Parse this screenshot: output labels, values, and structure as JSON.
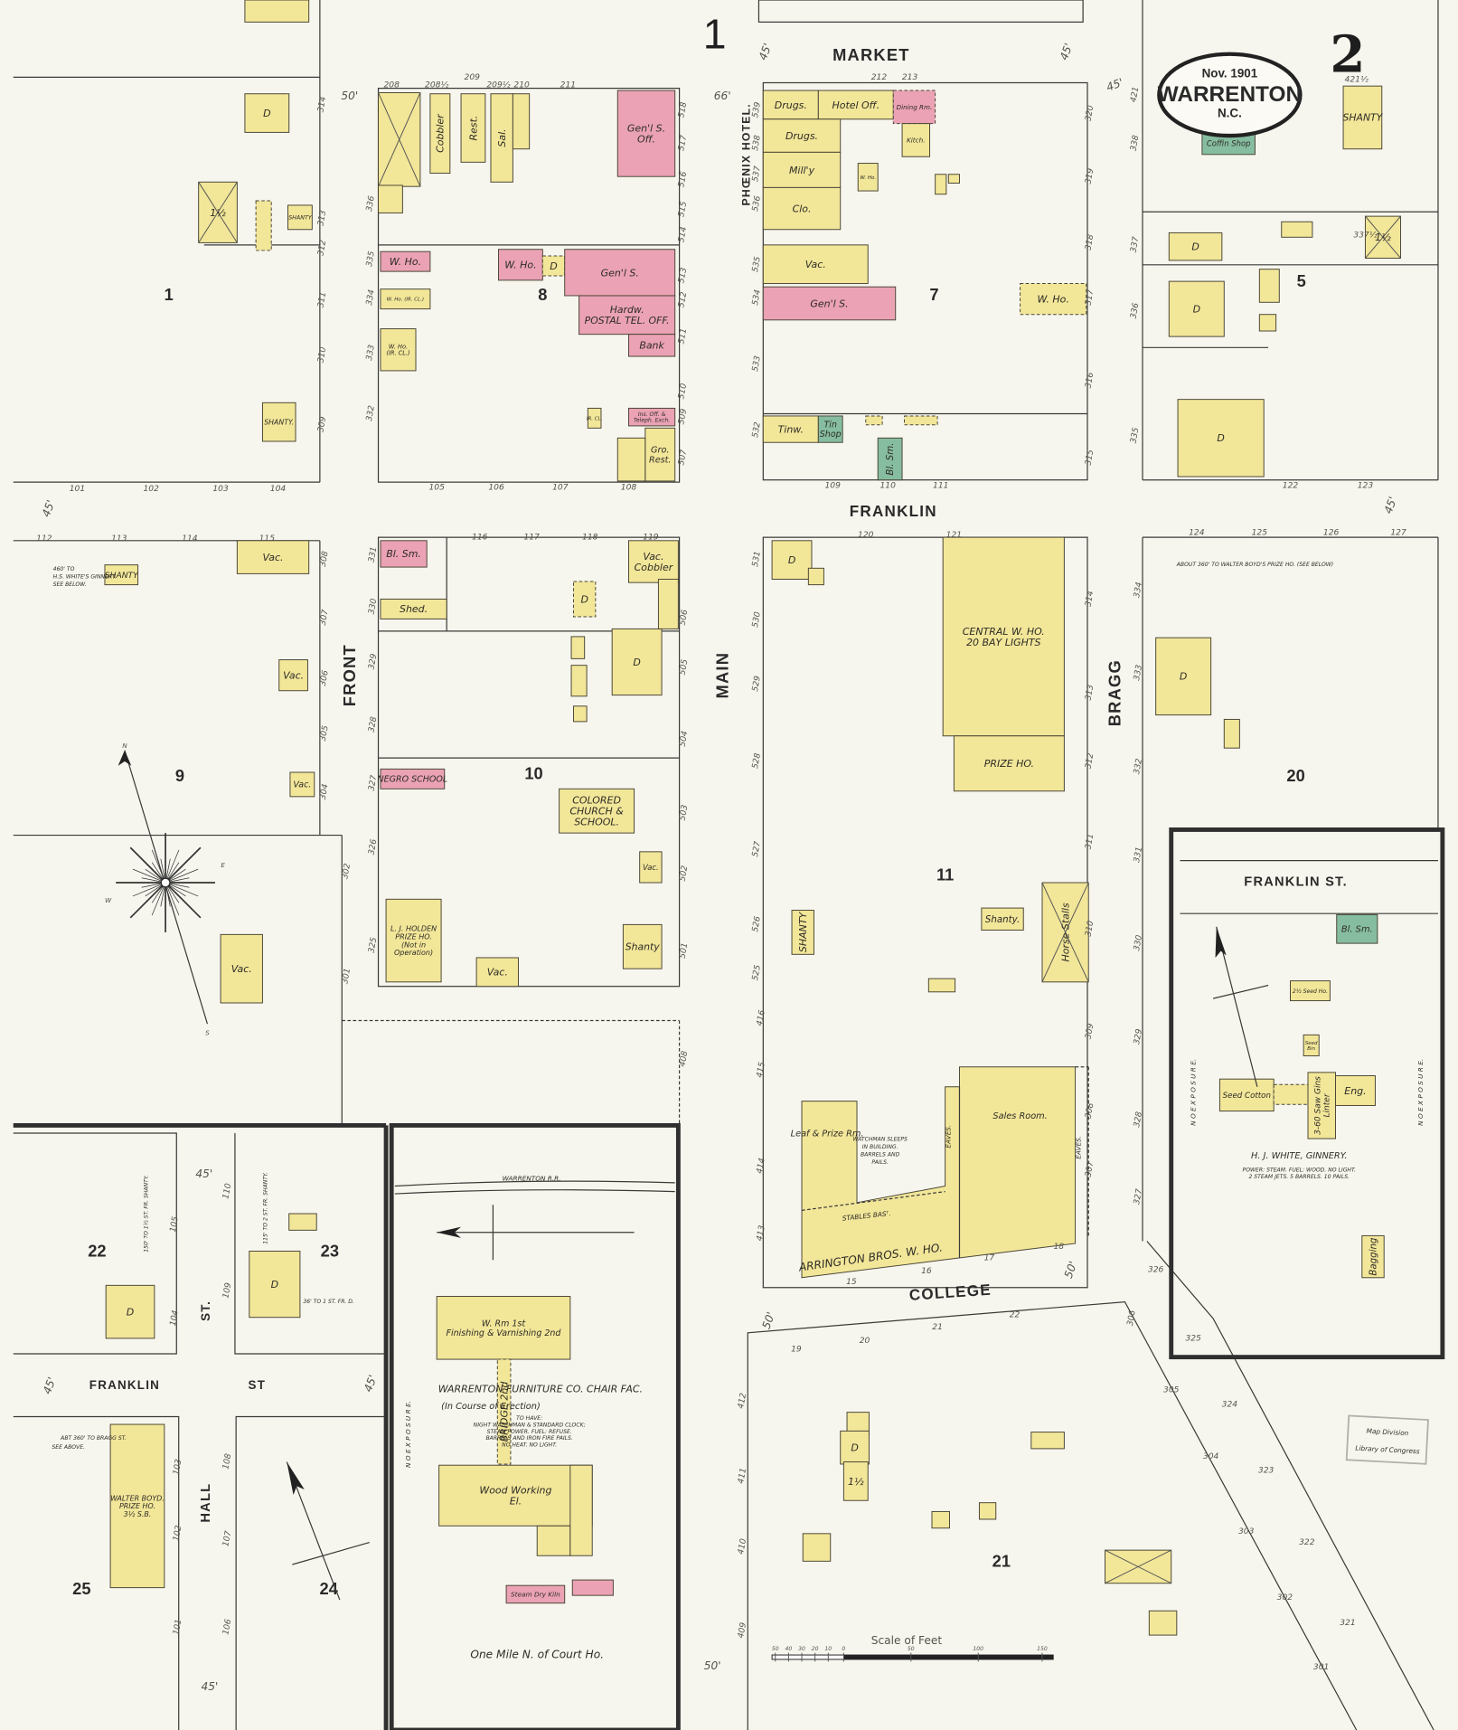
{
  "sheet": {
    "number": "2",
    "adjoining_sheet": "1"
  },
  "cartouche": {
    "date": "Nov. 1901",
    "town": "WARRENTON",
    "state": "N.C."
  },
  "colors": {
    "frame": "#f2e699",
    "brick": "#eaa2b4",
    "stone": "#86bda0",
    "iron_clad_border": "#7a7a7a",
    "paper": "#f7f6ee"
  },
  "streets": {
    "market": "MARKET",
    "franklin": "FRANKLIN",
    "college": "COLLEGE",
    "front": "FRONT",
    "main": "MAIN",
    "bragg": "BRAGG",
    "franklin_st_inset": "FRANKLIN ST.",
    "franklin_lower": "FRANKLIN",
    "st_lower": "ST",
    "hall": "HALL",
    "st_hall": "ST.",
    "phoenix_hotel": "PHŒNIX HOTEL.",
    "railroad": "WARRENTON R.R."
  },
  "blocks": [
    "1",
    "8",
    "7",
    "5",
    "9",
    "10",
    "11",
    "20",
    "22",
    "23",
    "25",
    "24",
    "21"
  ],
  "street_widths": [
    "45'",
    "45'",
    "45'",
    "45'",
    "45'",
    "45'",
    "45'",
    "45'",
    "45'",
    "50'",
    "50'",
    "50'",
    "50'",
    "66'"
  ],
  "buildings": [
    {
      "label": [
        ""
      ],
      "color": "frame"
    },
    {
      "label": [
        "D"
      ],
      "color": "frame"
    },
    {
      "label": [
        "1½"
      ],
      "color": "frame"
    },
    {
      "label": [
        ""
      ],
      "color": "frame"
    },
    {
      "label": [
        "SHANTY"
      ],
      "color": "frame"
    },
    {
      "label": [
        "SHANTY."
      ],
      "color": "frame"
    },
    {
      "label": [
        ""
      ],
      "color": "frame"
    },
    {
      "label": [
        ""
      ],
      "color": "frame"
    },
    {
      "label": [
        "Cobbler"
      ],
      "color": "frame"
    },
    {
      "label": [
        "Rest."
      ],
      "color": "frame"
    },
    {
      "label": [
        "Sal."
      ],
      "color": "frame"
    },
    {
      "label": [
        ""
      ],
      "color": "frame"
    },
    {
      "label": [
        "Gen'l S.",
        "Off."
      ],
      "color": "brick"
    },
    {
      "label": [
        "W. Ho."
      ],
      "color": "brick"
    },
    {
      "label": [
        "W. Ho. (IR. CL.)"
      ],
      "color": "iron-clad"
    },
    {
      "label": [
        "W. Ho.",
        "(IR. CL.)"
      ],
      "color": "iron-clad"
    },
    {
      "label": [
        "W. Ho."
      ],
      "color": "brick"
    },
    {
      "label": [
        "D"
      ],
      "color": "frame"
    },
    {
      "label": [
        "Gen'l S."
      ],
      "color": "brick"
    },
    {
      "label": [
        "Hardw.",
        "POSTAL TEL. OFF."
      ],
      "color": "brick"
    },
    {
      "label": [
        "Bank"
      ],
      "color": "brick"
    },
    {
      "label": [
        "IR. CL."
      ],
      "color": "frame"
    },
    {
      "label": [
        "Ins. Off. &",
        "Teleph. Exch."
      ],
      "color": "brick"
    },
    {
      "label": [
        "Gro.",
        "Rest."
      ],
      "color": "frame"
    },
    {
      "label": [
        ""
      ],
      "color": "frame"
    },
    {
      "label": [
        "Drugs."
      ],
      "color": "frame"
    },
    {
      "label": [
        "Hotel Off."
      ],
      "color": "frame"
    },
    {
      "label": [
        "Dining Rm."
      ],
      "color": "brick"
    },
    {
      "label": [
        "Drugs."
      ],
      "color": "frame"
    },
    {
      "label": [
        "Mill'y"
      ],
      "color": "frame"
    },
    {
      "label": [
        "Clo."
      ],
      "color": "frame"
    },
    {
      "label": [
        "Kitch."
      ],
      "color": "frame"
    },
    {
      "label": [
        "W. Ho."
      ],
      "color": "frame"
    },
    {
      "label": [
        ""
      ],
      "color": "frame"
    },
    {
      "label": [
        ""
      ],
      "color": "frame"
    },
    {
      "label": [
        "Vac."
      ],
      "color": "frame"
    },
    {
      "label": [
        "Gen'l S."
      ],
      "color": "brick"
    },
    {
      "label": [
        "W. Ho."
      ],
      "color": "frame"
    },
    {
      "label": [
        "Tinw."
      ],
      "color": "frame"
    },
    {
      "label": [
        "Tin",
        "Shop"
      ],
      "color": "stone"
    },
    {
      "label": [
        ""
      ],
      "color": "frame"
    },
    {
      "label": [
        ""
      ],
      "color": "frame"
    },
    {
      "label": [
        "Bl. Sm."
      ],
      "color": "stone"
    },
    {
      "label": [
        "Coffin Shop"
      ],
      "color": "stone"
    },
    {
      "label": [
        "SHANTY"
      ],
      "color": "frame"
    },
    {
      "label": [
        "D"
      ],
      "color": "frame"
    },
    {
      "label": [
        ""
      ],
      "color": "frame"
    },
    {
      "label": [
        "1½"
      ],
      "color": "frame"
    },
    {
      "label": [
        "D"
      ],
      "color": "frame"
    },
    {
      "label": [
        ""
      ],
      "color": "frame"
    },
    {
      "label": [
        ""
      ],
      "color": "frame"
    },
    {
      "label": [
        "D"
      ],
      "color": "frame"
    },
    {
      "label": [
        "SHANTY"
      ],
      "color": "frame"
    },
    {
      "label": [
        "Vac."
      ],
      "color": "frame"
    },
    {
      "label": [
        "Vac."
      ],
      "color": "frame"
    },
    {
      "label": [
        "Vac."
      ],
      "color": "frame"
    },
    {
      "label": [
        "Vac."
      ],
      "color": "frame"
    },
    {
      "label": [
        "Bl. Sm."
      ],
      "color": "brick"
    },
    {
      "label": [
        "Shed."
      ],
      "color": "frame"
    },
    {
      "label": [
        "D"
      ],
      "color": "frame"
    },
    {
      "label": [
        "D"
      ],
      "color": "frame"
    },
    {
      "label": [
        "Vac.",
        "Cobbler"
      ],
      "color": "frame"
    },
    {
      "label": [
        ""
      ],
      "color": "frame"
    },
    {
      "label": [
        ""
      ],
      "color": "frame"
    },
    {
      "label": [
        ""
      ],
      "color": "frame"
    },
    {
      "label": [
        ""
      ],
      "color": "frame"
    },
    {
      "label": [
        "NEGRO SCHOOL"
      ],
      "color": "brick"
    },
    {
      "label": [
        "COLORED",
        "CHURCH &",
        "SCHOOL."
      ],
      "color": "frame"
    },
    {
      "label": [
        "Vac."
      ],
      "color": "frame"
    },
    {
      "label": [
        "Shanty"
      ],
      "color": "frame"
    },
    {
      "label": [
        "L. J. HOLDEN",
        "PRIZE HO.",
        "(Not in",
        "Operation)"
      ],
      "color": "frame"
    },
    {
      "label": [
        "Vac."
      ],
      "color": "frame"
    },
    {
      "label": [
        "CENTRAL W. HO.",
        "20 BAY LIGHTS"
      ],
      "color": "frame"
    },
    {
      "label": [
        "PRIZE HO."
      ],
      "color": "frame"
    },
    {
      "label": [
        "D"
      ],
      "color": "frame"
    },
    {
      "label": [
        ""
      ],
      "color": "frame"
    },
    {
      "label": [
        "SHANTY"
      ],
      "color": "frame"
    },
    {
      "label": [
        "Shanty."
      ],
      "color": "frame"
    },
    {
      "label": [
        "Horse Stalls"
      ],
      "color": "frame"
    },
    {
      "label": [
        ""
      ],
      "color": "frame"
    },
    {
      "label": [
        "D"
      ],
      "color": "frame"
    },
    {
      "label": [
        ""
      ],
      "color": "frame"
    },
    {
      "label": [
        "Bl. Sm."
      ],
      "color": "stone"
    },
    {
      "label": [
        "2½ Seed Ho."
      ],
      "color": "frame"
    },
    {
      "label": [
        "Seed",
        "Bin"
      ],
      "color": "frame"
    },
    {
      "label": [
        "Seed Cotton"
      ],
      "color": "frame"
    },
    {
      "label": [
        ""
      ],
      "color": "frame"
    },
    {
      "label": [
        "3-60 Saw Gins",
        "Linter"
      ],
      "color": "frame"
    },
    {
      "label": [
        "Eng."
      ],
      "color": "frame"
    },
    {
      "label": [
        "Bagging"
      ],
      "color": "frame"
    },
    {
      "label": [
        "W. Rm 1st",
        "Finishing & Varnishing 2nd"
      ],
      "color": "frame"
    },
    {
      "label": [
        "BRIDGE 2nd"
      ],
      "color": "frame"
    },
    {
      "label": [
        "Wood Working",
        "El."
      ],
      "color": "frame"
    },
    {
      "label": [
        ""
      ],
      "color": "frame"
    },
    {
      "label": [
        ""
      ],
      "color": "frame"
    },
    {
      "label": [
        "Steam Dry Kiln"
      ],
      "color": "brick"
    },
    {
      "label": [
        ""
      ],
      "color": "brick"
    },
    {
      "label": [
        "D"
      ],
      "color": "frame"
    },
    {
      "label": [
        ""
      ],
      "color": "frame"
    },
    {
      "label": [
        "D"
      ],
      "color": "frame"
    },
    {
      "label": [
        "WALTER BOYD.",
        "PRIZE HO.",
        "3½ S.B."
      ],
      "color": "frame"
    },
    {
      "label": [
        ""
      ],
      "color": "frame"
    },
    {
      "label": [
        "D"
      ],
      "color": "frame"
    },
    {
      "label": [
        "1½"
      ],
      "color": "frame"
    },
    {
      "label": [
        ""
      ],
      "color": "frame"
    },
    {
      "label": [
        ""
      ],
      "color": "frame"
    },
    {
      "label": [
        ""
      ],
      "color": "frame"
    },
    {
      "label": [
        ""
      ],
      "color": "frame"
    },
    {
      "label": [
        ""
      ],
      "color": "frame"
    },
    {
      "label": [
        ""
      ],
      "color": "frame"
    }
  ],
  "arrington": {
    "name": "ARRINGTON BROS. W. HO.",
    "leaf_room": "Leaf & Prize Rm.",
    "sales_room": "Sales Room.",
    "stables": "STABLES BASᵀ.",
    "eaves": "EAVES.",
    "note": [
      "WATCHMAN SLEEPS",
      "IN BUILDING.",
      "BARRELS AND",
      "PAILS."
    ]
  },
  "furniture_factory": {
    "name": "WARRENTON   FURNITURE CO. CHAIR FAC.",
    "status": "(In Course of Erection)",
    "notes": [
      "TO HAVE:",
      "NIGHT WATCHMAN & STANDARD CLOCK;",
      "STEAM POWER. FUEL: REFUSE.",
      "BARRELS AND IRON FIRE PAILS.",
      "NO HEAT. NO LIGHT."
    ],
    "location": "One Mile N. of Court Ho.",
    "no_exposure": "N O   E X P O S U R E."
  },
  "ginnery": {
    "name": "H. J. WHITE, GINNERY.",
    "notes": [
      "POWER: STEAM. FUEL: WOOD. NO LIGHT.",
      "2 STEAM JETS. 5 BARRELS. 10 PAILS."
    ],
    "no_exposure": "N O   E X P O S U R E."
  },
  "notes": {
    "to_boyd": "ABOUT 360' TO WALTER BOYD'S PRIZE HO. (SEE BELOW)",
    "to_ginnery": [
      "460' TO",
      "H.S. WHITE'S GINNERY.",
      "SEE BELOW."
    ],
    "to_bragg": [
      "ABT 360' TO BRAGG ST.",
      "SEE ABOVE."
    ],
    "shanty_150": "150' TO 1½ ST. FR. SHANTY.",
    "shanty_115": "115' TO 2 ST. FR. SHANTY.",
    "d_36": "36' TO 1 ST. FR. D."
  },
  "scale": {
    "title": "Scale of Feet",
    "ticks": [
      "50",
      "40",
      "30",
      "20",
      "10",
      "0",
      "50",
      "100",
      "150"
    ]
  },
  "compass": {
    "n": "N",
    "s": "S",
    "e": "E",
    "w": "W"
  },
  "stamp": [
    "Map Division",
    "Library of Congress"
  ],
  "address_numbers": [
    "208",
    "208½",
    "209",
    "209½",
    "210",
    "211",
    "212",
    "213",
    "314",
    "313",
    "312",
    "311",
    "310",
    "309",
    "101",
    "102",
    "103",
    "104",
    "336",
    "335",
    "334",
    "333",
    "332",
    "518",
    "517",
    "516",
    "515",
    "514",
    "513",
    "512",
    "511",
    "510",
    "509",
    "507",
    "105",
    "106",
    "107",
    "108",
    "539",
    "538",
    "537",
    "536",
    "535",
    "534",
    "533",
    "532",
    "320",
    "319",
    "318",
    "317",
    "316",
    "315",
    "109",
    "110",
    "111",
    "421",
    "338",
    "337",
    "336",
    "335",
    "421½",
    "337½",
    "122",
    "123",
    "112",
    "113",
    "114",
    "115",
    "116",
    "117",
    "118",
    "119",
    "120",
    "121",
    "124",
    "125",
    "126",
    "127",
    "308",
    "307",
    "306",
    "305",
    "304",
    "302",
    "301",
    "331",
    "330",
    "329",
    "328",
    "327",
    "326",
    "325",
    "506",
    "505",
    "504",
    "503",
    "502",
    "501",
    "408",
    "531",
    "530",
    "529",
    "528",
    "527",
    "526",
    "525",
    "416",
    "415",
    "414",
    "413",
    "314",
    "313",
    "312",
    "311",
    "310",
    "309",
    "308",
    "307",
    "334",
    "333",
    "332",
    "331",
    "330",
    "329",
    "328",
    "327",
    "15",
    "16",
    "17",
    "18",
    "19",
    "20",
    "21",
    "22",
    "412",
    "411",
    "410",
    "409",
    "306",
    "305",
    "304",
    "303",
    "302",
    "301",
    "326",
    "325",
    "324",
    "323",
    "322",
    "321",
    "105",
    "104",
    "110",
    "109",
    "103",
    "102",
    "101",
    "108",
    "107",
    "106"
  ]
}
